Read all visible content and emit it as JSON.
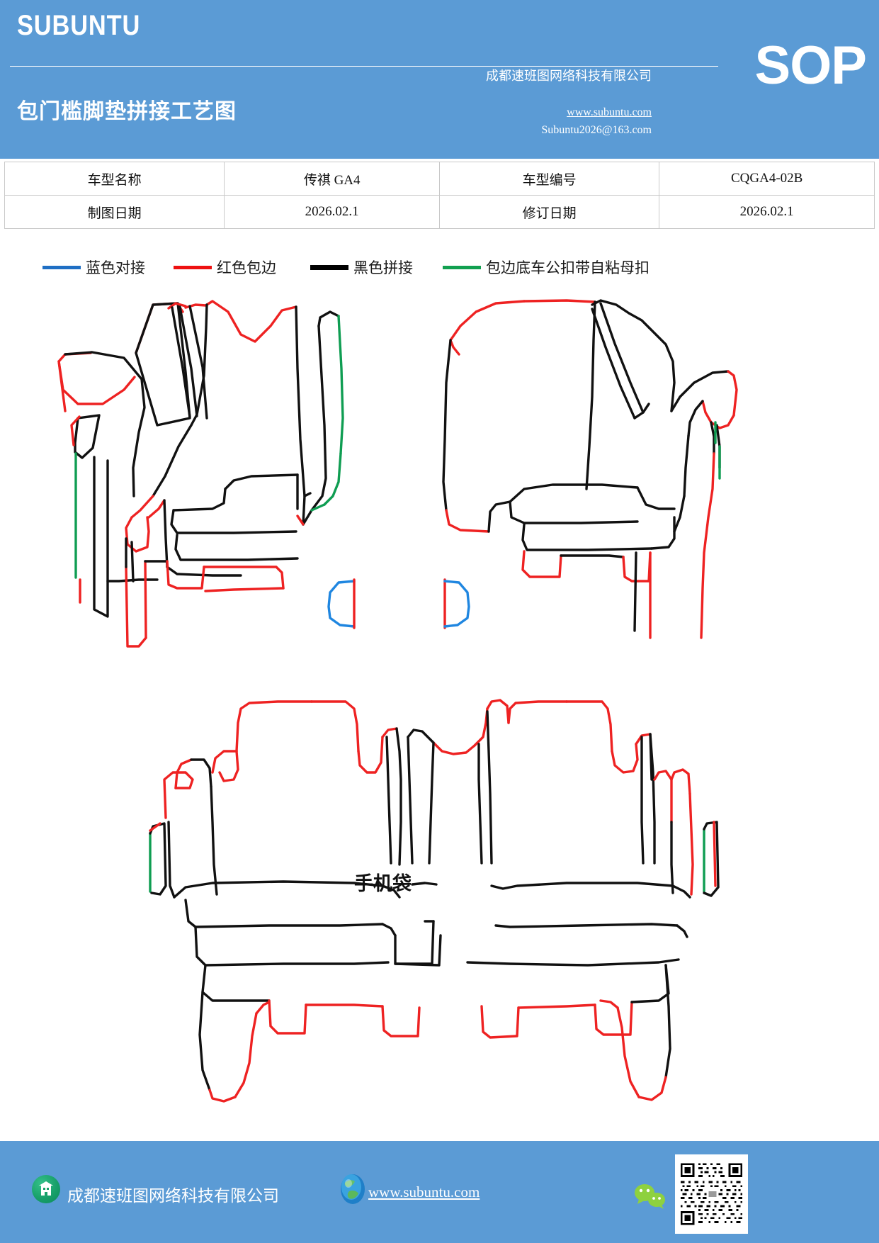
{
  "header": {
    "brand": "SUBUNTU",
    "doc_title": "包门槛脚垫拼接工艺图",
    "company": "成都速班图网络科技有限公司",
    "website": "www.subuntu.com",
    "email": "Subuntu2026@163.com",
    "badge": "SOP",
    "background_color": "#5b9bd5"
  },
  "info_table": {
    "rows": [
      {
        "label1": "车型名称",
        "value1": "传祺 GA4",
        "label2": "车型编号",
        "value2": "CQGA4-02B"
      },
      {
        "label1": "制图日期",
        "value1": "2026.02.1",
        "label2": "修订日期",
        "value2": "2026.02.1"
      }
    ]
  },
  "legend": {
    "items": [
      {
        "label": "蓝色对接",
        "color": "#1f6fc4"
      },
      {
        "label": "红色包边",
        "color": "#ee1111"
      },
      {
        "label": "黑色拼接",
        "color": "#000000"
      },
      {
        "label": "包边底车公扣带自粘母扣",
        "color": "#12a050"
      }
    ]
  },
  "drawing": {
    "pocket_label": "手机袋",
    "colors": {
      "stitch_black": "#111111",
      "binding_red": "#ee2222",
      "hook_green": "#0f9d52",
      "butt_blue": "#1f86e0"
    }
  },
  "footer": {
    "company": "成都速班图网络科技有限公司",
    "website": "www.subuntu.com",
    "background_color": "#5b9bd5"
  }
}
